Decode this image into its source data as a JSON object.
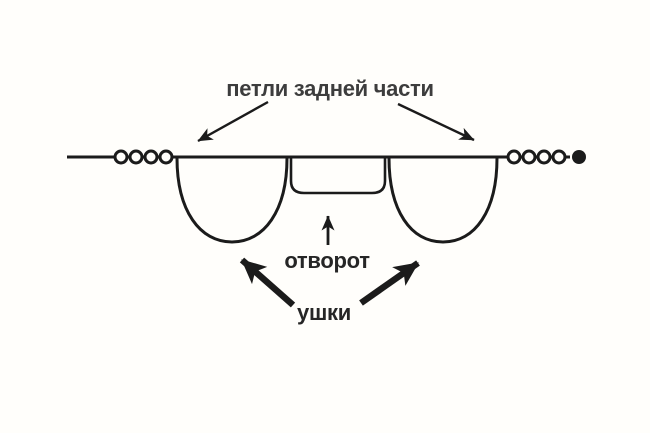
{
  "canvas": {
    "background_color": "#fffefb",
    "ink_color": "#1b1b1b"
  },
  "labels": {
    "back_loops": {
      "text": "петли задней части",
      "color": "#3d3d3d"
    },
    "fold": {
      "text": "отворот",
      "color": "#262626"
    },
    "ears": {
      "text": "ушки",
      "color": "#262626"
    }
  },
  "figure": {
    "left_loops_count": 4,
    "right_loops_count": 4,
    "ears_count": 2,
    "fold_count": 1,
    "has_end_dot": true
  }
}
